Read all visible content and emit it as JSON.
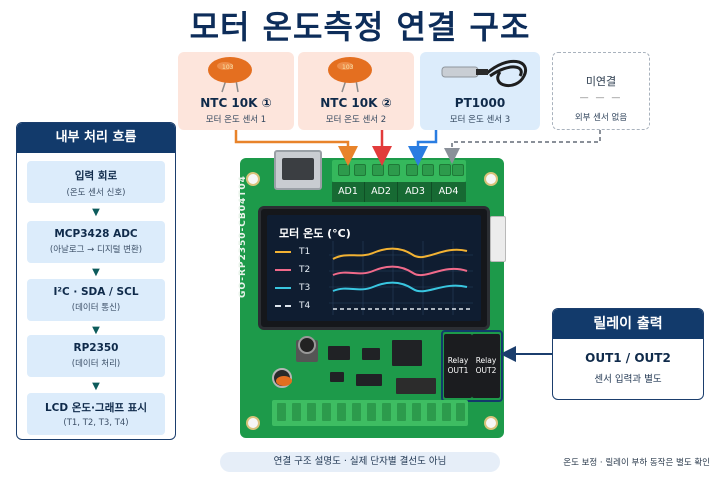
{
  "title": "모터 온도측정 연결 구조",
  "sensors": [
    {
      "name": "NTC 10K ①",
      "sub": "모터 온도 센서 1",
      "color": "#e8832a"
    },
    {
      "name": "NTC 10K ②",
      "sub": "모터 온도 센서 2",
      "color": "#e23b3b"
    },
    {
      "name": "PT1000",
      "sub": "모터 온도 센서 3",
      "color": "#2a7de1"
    },
    {
      "name": "미연결",
      "dash": "— — —",
      "sub": "외부 센서 없음",
      "color": "#8a9099"
    }
  ],
  "capacitor_marking": "103",
  "flow": {
    "header": "내부 처리 흐름",
    "steps": [
      {
        "title": "입력 회로",
        "desc": "(온도 센서 신호)"
      },
      {
        "title": "MCP3428 ADC",
        "desc": "(아날로그 → 디지털 변환)"
      },
      {
        "title": "I²C · SDA / SCL",
        "desc": "(데이터 통신)"
      },
      {
        "title": "RP2350",
        "desc": "(데이터 처리)"
      },
      {
        "title": "LCD 온도·그래프 표시",
        "desc": "(T1, T2, T3, T4)"
      }
    ]
  },
  "board": {
    "inputs": [
      "AD1",
      "AD2",
      "AD3",
      "AD4"
    ],
    "silkscreen": "GO-RP2350-CB04T04",
    "relays": [
      {
        "line1": "Relay",
        "line2": "OUT1"
      },
      {
        "line1": "Relay",
        "line2": "OUT2"
      }
    ]
  },
  "lcd": {
    "title": "모터 온도 (°C)",
    "legend": [
      {
        "label": "T1",
        "color": "#f2b233"
      },
      {
        "label": "T2",
        "color": "#f06a8a"
      },
      {
        "label": "T3",
        "color": "#39c6e0"
      },
      {
        "label": "T4",
        "color": "#dfe6ee"
      }
    ]
  },
  "relay_panel": {
    "header": "릴레이 출력",
    "outputs": "OUT1 / OUT2",
    "note": "센서 입력과 별도"
  },
  "bottom_note": "연결 구조 설명도 · 실제 단자별 결선도 아님",
  "footnote": "온도 보정 · 릴레이 부하 동작은 별도 확인"
}
